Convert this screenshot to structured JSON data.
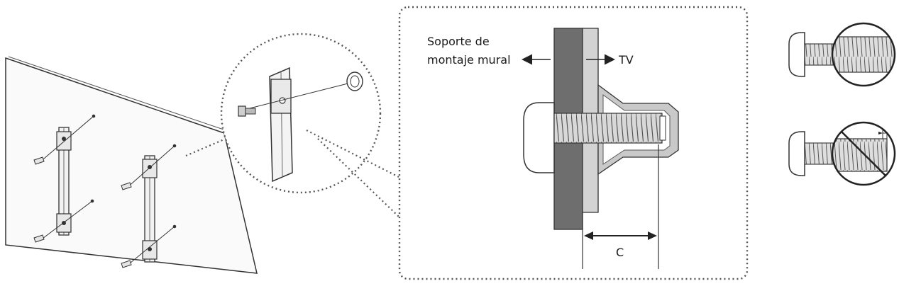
{
  "labels": {
    "bracket_line1": "Soporte de",
    "bracket_line2": "montaje mural",
    "tv": "TV",
    "dimension": "C"
  },
  "colors": {
    "line": "#333333",
    "wall_plate": "#6e6e6e",
    "tv_back": "#c9c9c9",
    "thread": "#d0d0d0",
    "prohibit": "#222222"
  }
}
